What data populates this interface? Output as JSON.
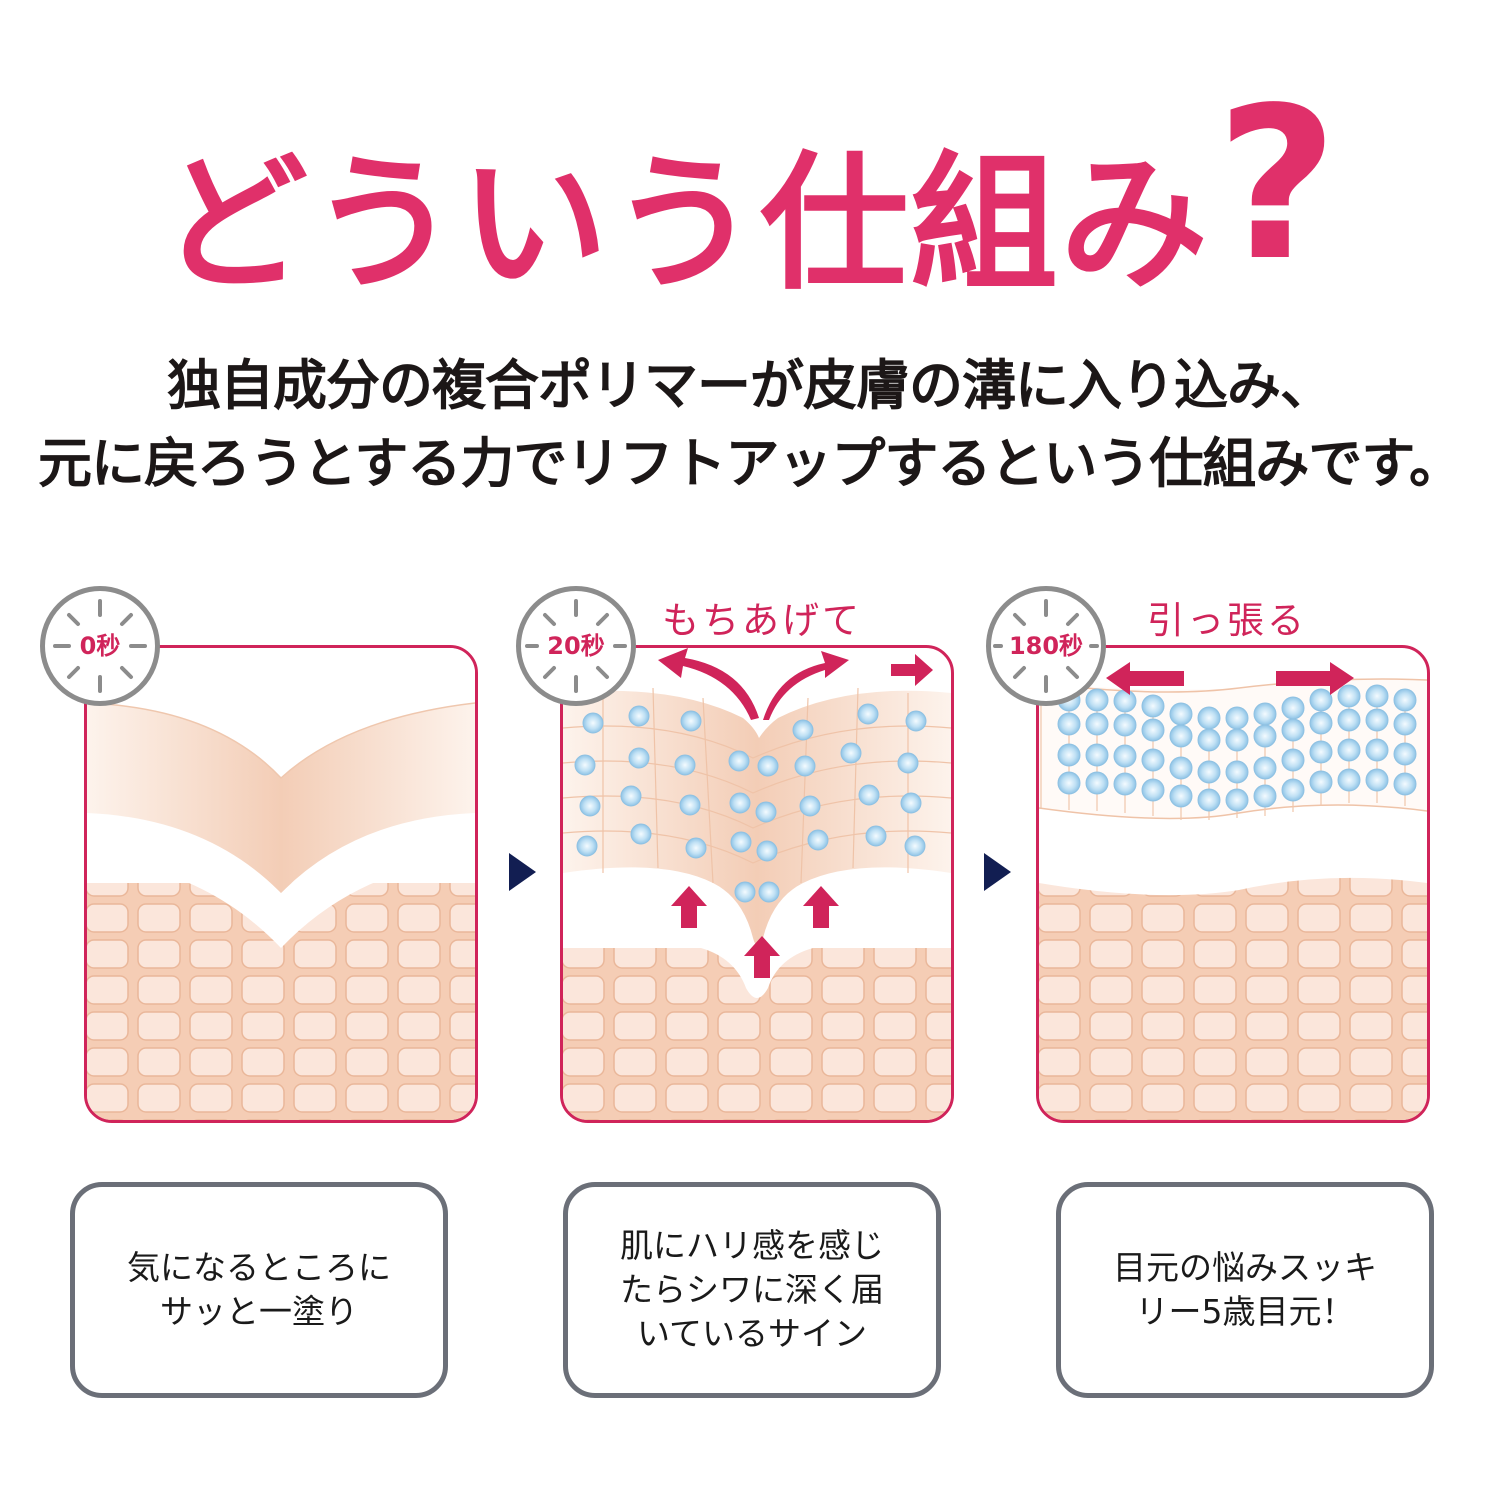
{
  "header": {
    "title": "どういう仕組み",
    "title_mark": "?",
    "subtitle_lines": [
      "独自成分の複合ポリマーが皮膚の溝に入り込み、",
      "元に戻ろうとする力でリフトアップするという仕組みです。"
    ]
  },
  "colors": {
    "accent_pink": "#e0306a",
    "panel_border": "#d0245a",
    "clock_gray": "#8c8c8c",
    "next_arrow_navy": "#121e52",
    "caption_border": "#6b6f78",
    "skin_fill": "#f6d3bf",
    "polymer_blue": "#a8d4ef"
  },
  "steps": [
    {
      "time": "0秒",
      "stage_label": "",
      "illustration": "wrinkle-groove",
      "caption": "気になるところに\nサッと一塗り"
    },
    {
      "time": "20秒",
      "stage_label": "もちあげて",
      "illustration": "polymer-lifting",
      "caption": "肌にハリ感を感じ\nたらシワに深く届\nいているサイン"
    },
    {
      "time": "180秒",
      "stage_label": "引っ張る",
      "illustration": "polymer-stretched",
      "caption": "目元の悩みスッキ\nリー5歳目元！"
    }
  ],
  "icons": {
    "clock": "stopwatch-clock-icon",
    "next": "triangle-right-icon",
    "lift_arrow": "up-arrow-icon",
    "pull_arrow": "horizontal-arrow-icon"
  }
}
